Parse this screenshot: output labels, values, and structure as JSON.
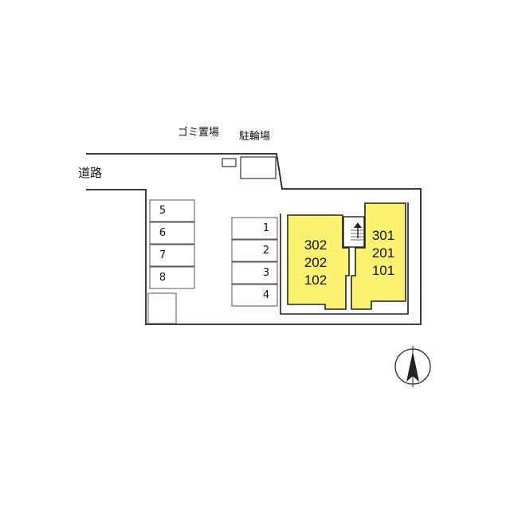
{
  "labels": {
    "road": "道路",
    "garbage": "ゴミ置場",
    "bicycle": "駐輪場"
  },
  "parking_left": [
    "5",
    "6",
    "7",
    "8"
  ],
  "parking_center": [
    "1",
    "2",
    "3",
    "4"
  ],
  "building_west": [
    "302",
    "202",
    "102"
  ],
  "building_east": [
    "301",
    "201",
    "101"
  ],
  "colors": {
    "building_fill": "#fbf26f",
    "outline": "#222222"
  },
  "compass": "north-arrow-icon"
}
